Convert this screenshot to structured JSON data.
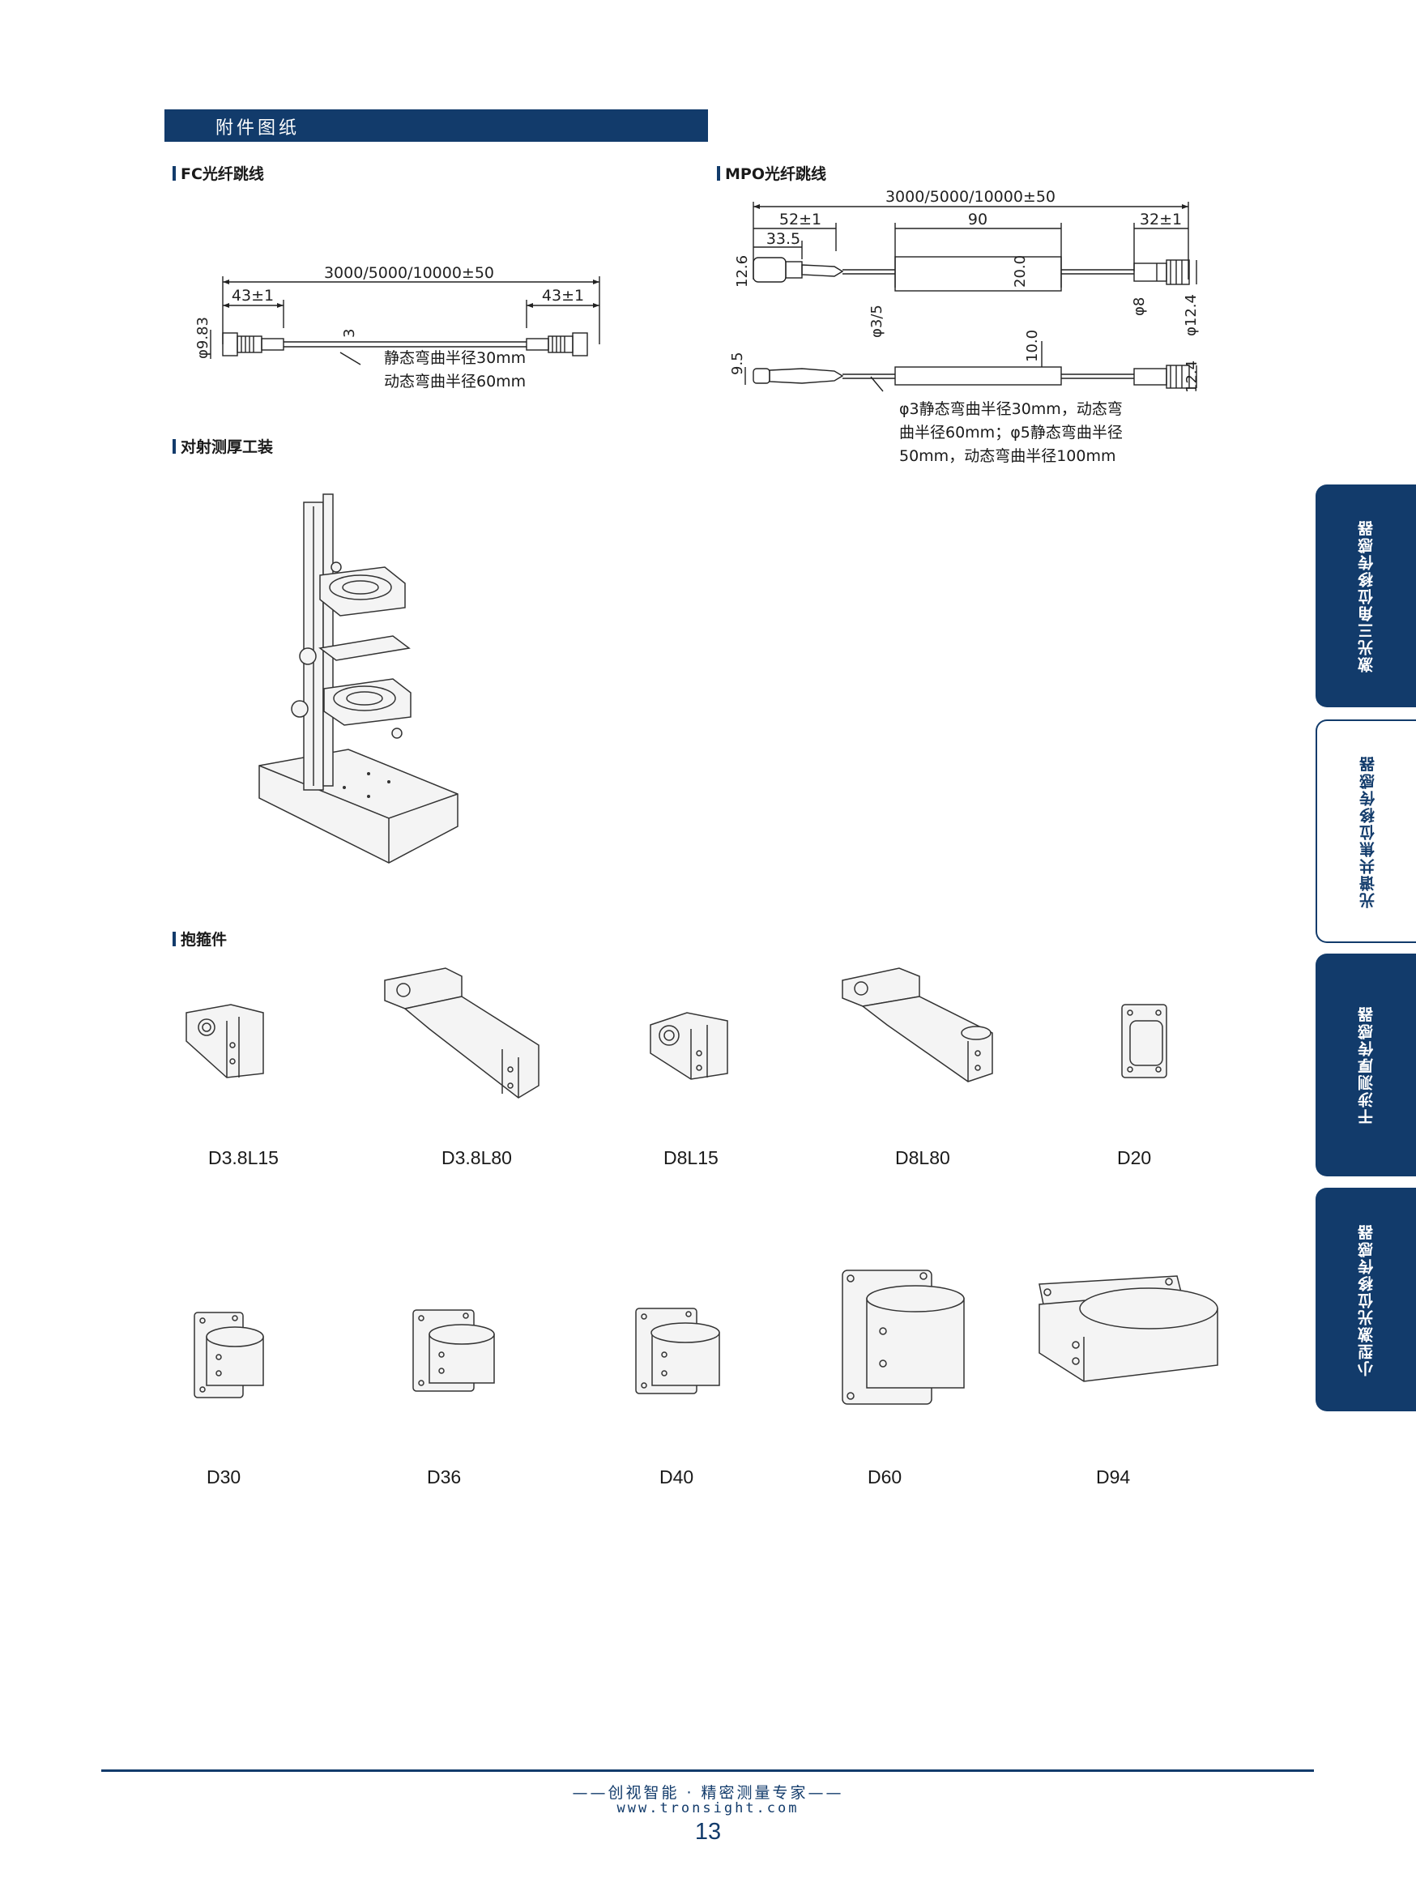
{
  "header": {
    "title": "附件图纸"
  },
  "sections": {
    "fc": {
      "title": "FC光纤跳线",
      "dims": {
        "total": "3000/5000/10000±50",
        "left": "43±1",
        "right": "43±1",
        "dia": "φ9.83",
        "cable": "3"
      },
      "note": "静态弯曲半径30mm\n动态弯曲半径60mm"
    },
    "mpo": {
      "title": "MPO光纤跳线",
      "dims": {
        "total": "3000/5000/10000±50",
        "left": "52±1",
        "inner": "33.5",
        "mid": "90",
        "right": "32±1",
        "h1": "12.6",
        "h2": "20.0",
        "d3": "φ3/5",
        "d8": "φ8",
        "d124": "φ12.4",
        "h3": "9.5",
        "h4": "10.0",
        "h5": "12.4"
      },
      "note": "φ3静态弯曲半径30mm，动态弯\n曲半径60mm；φ5静态弯曲半径\n50mm，动态弯曲半径100mm"
    },
    "fixture": {
      "title": "对射测厚工装"
    },
    "clamps": {
      "title": "抱箍件",
      "row1": [
        "D3.8L15",
        "D3.8L80",
        "D8L15",
        "D8L80",
        "D20"
      ],
      "row2": [
        "D30",
        "D36",
        "D40",
        "D60",
        "D94"
      ]
    }
  },
  "side_tabs": [
    "激光三角位移传感器",
    "光谱共焦位移传感器",
    "干涉测厚传感器",
    "小型激光位移传感器"
  ],
  "footer": {
    "slogan": "——创视智能 · 精密测量专家——",
    "url": "www.tronsight.com",
    "page": "13"
  },
  "colors": {
    "brand": "#123b6b"
  }
}
